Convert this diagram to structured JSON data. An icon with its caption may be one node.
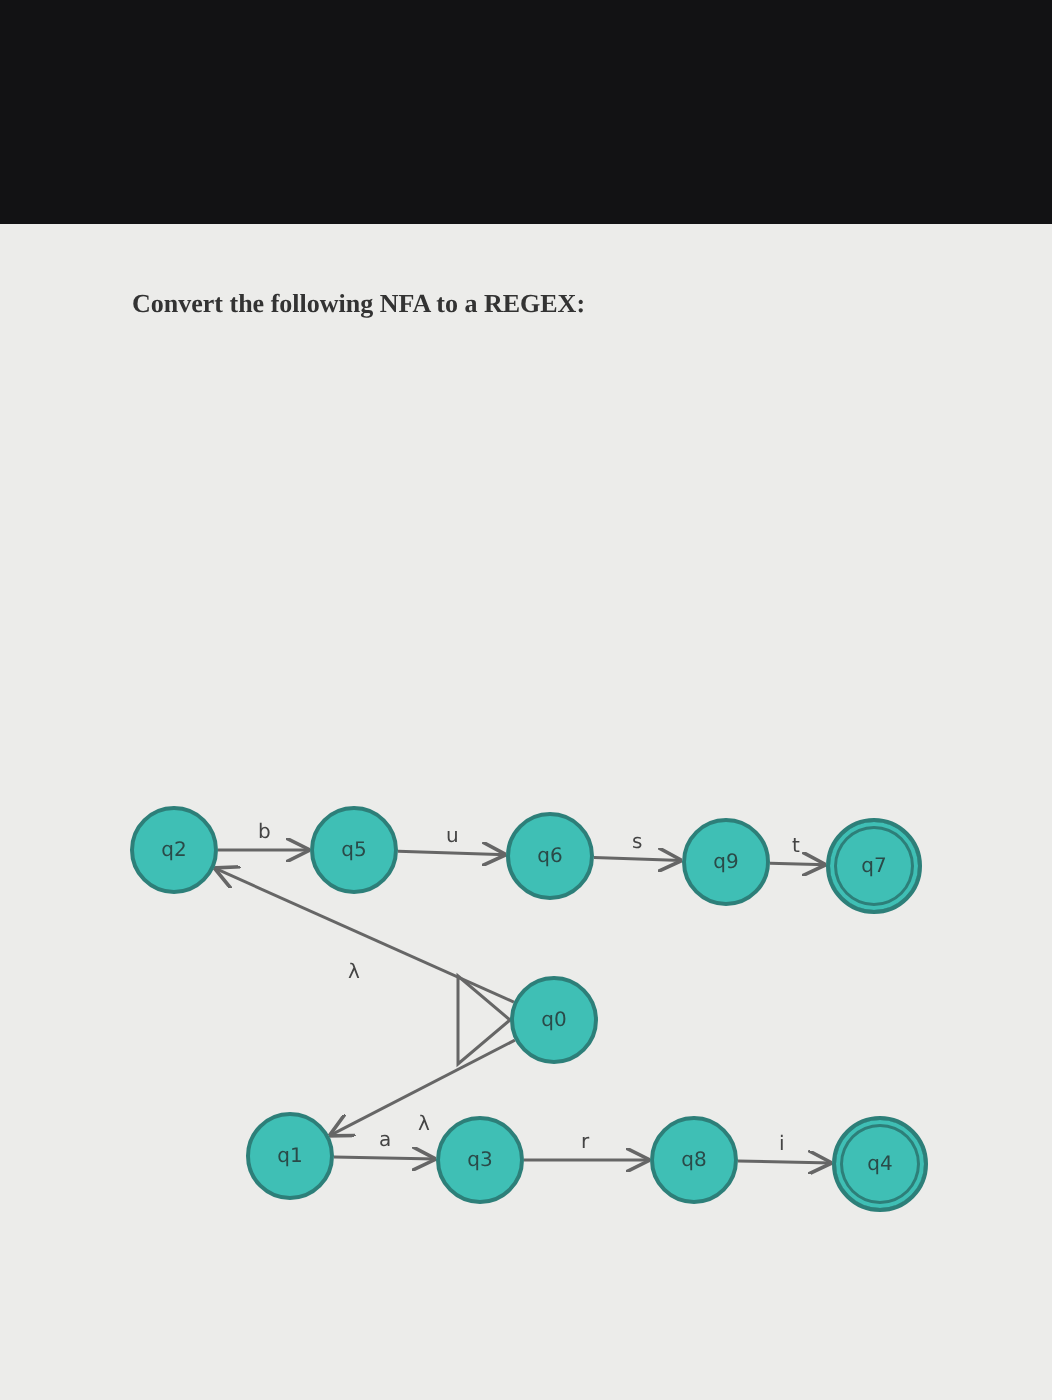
{
  "diagram": {
    "title": "Convert the following NFA to a REGEX:",
    "nodes": [
      {
        "text": [
          "q2"
        ]
      },
      {
        "text": [
          "q5"
        ]
      },
      {
        "text": [
          "q6"
        ]
      },
      {
        "text": [
          "q9"
        ]
      },
      {
        "text": [
          "q7"
        ]
      },
      {
        "text": [
          "q0"
        ]
      },
      {
        "text": [
          "q1"
        ]
      },
      {
        "text": [
          "q3"
        ]
      },
      {
        "text": [
          "q8"
        ]
      },
      {
        "text": [
          "q4"
        ]
      }
    ],
    "edges": [
      {
        "from": 0,
        "to": 1,
        "arrow": "to",
        "label": "b"
      },
      {
        "from": 1,
        "to": 2,
        "arrow": "to",
        "label": "u"
      },
      {
        "from": 2,
        "to": 3,
        "arrow": "to",
        "label": "s"
      },
      {
        "from": 3,
        "to": 4,
        "arrow": "to",
        "label": "t"
      },
      {
        "from": 5,
        "to": 0,
        "arrow": "to",
        "label": "λ"
      },
      {
        "from": null,
        "to": 5,
        "arrow": "to"
      },
      {
        "from": 5,
        "to": 6,
        "arrow": "to",
        "label": "λ"
      },
      {
        "from": 6,
        "to": 7,
        "arrow": "to",
        "label": "a"
      },
      {
        "from": 7,
        "to": 8,
        "arrow": "to",
        "label": "r"
      },
      {
        "from": 8,
        "to": 9,
        "arrow": "to",
        "label": "i"
      }
    ]
  }
}
